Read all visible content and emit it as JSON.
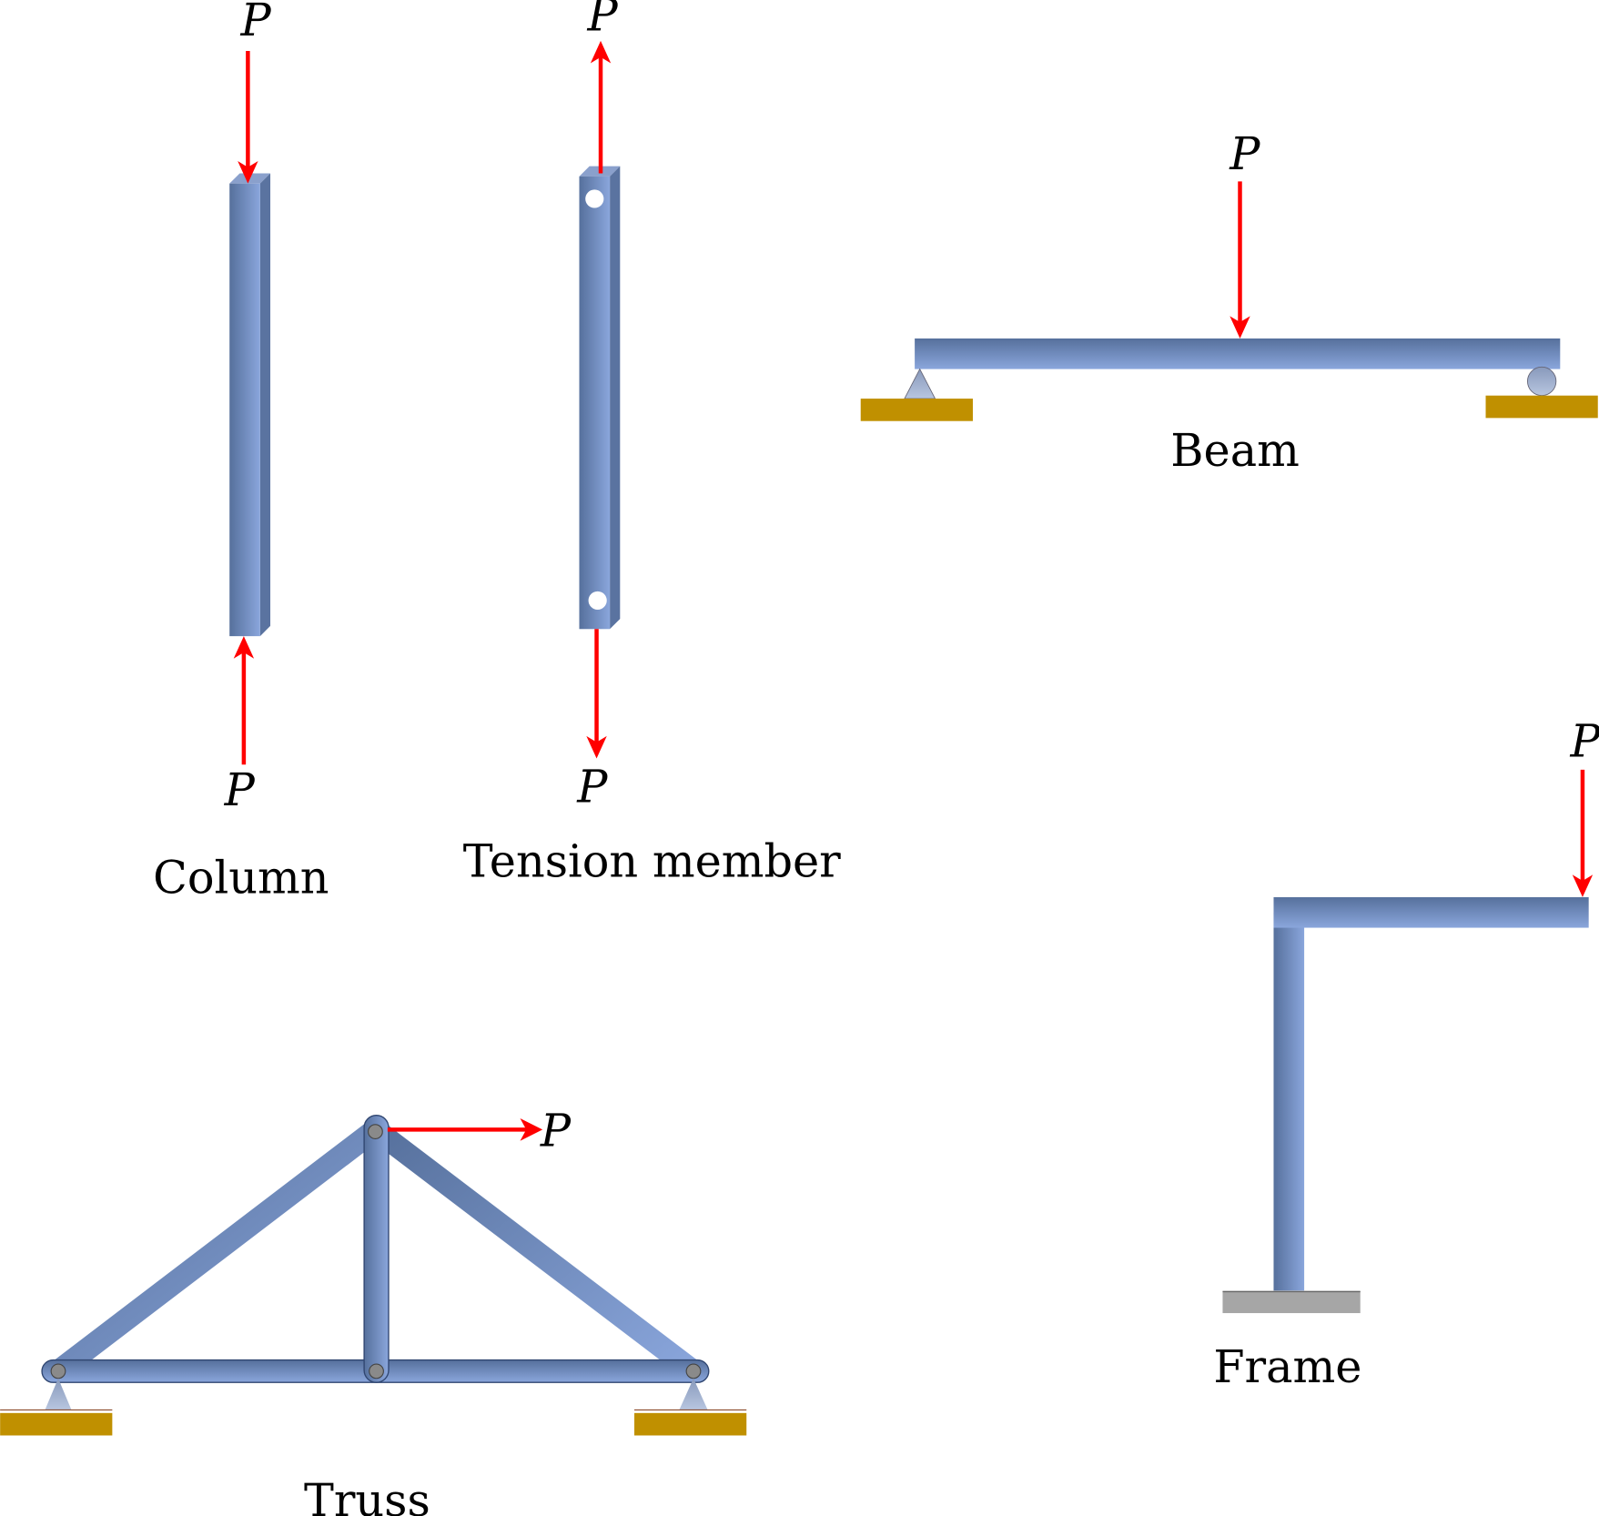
{
  "diagram": {
    "load_symbol": "P",
    "labels": {
      "column": "Column",
      "tension": "Tension member",
      "beam": "Beam",
      "frame": "Frame",
      "truss": "Truss"
    },
    "colors": {
      "member": "#7b96c8",
      "member_dark": "#4f6690",
      "load_arrow": "#ff0000",
      "ground": "#c09000",
      "fixed_base": "#a6a6a6"
    }
  }
}
